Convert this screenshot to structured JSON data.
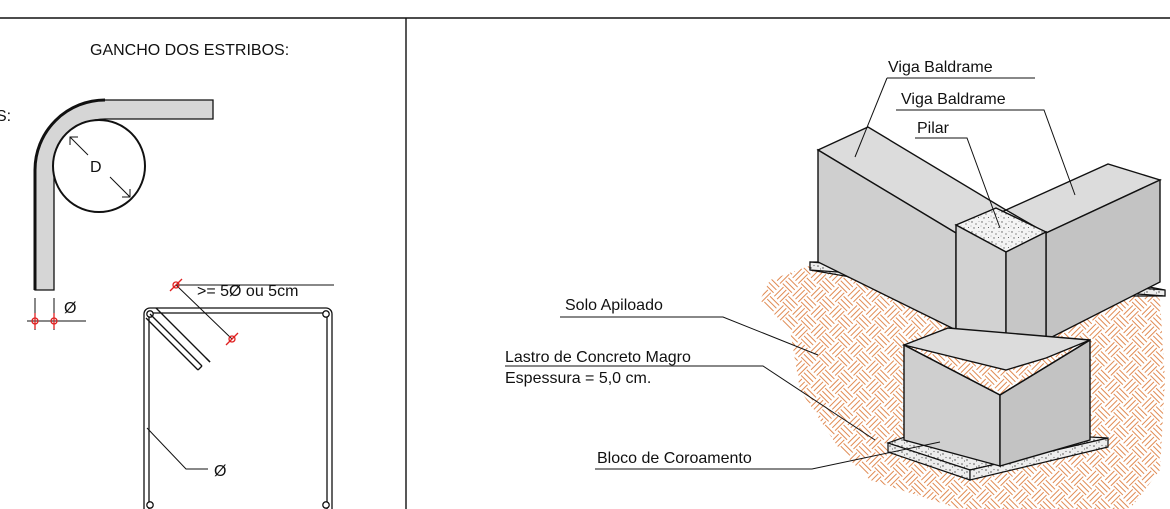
{
  "left_panel": {
    "gancho_title": "GANCHO DOS ESTRIBOS:",
    "cut_label": "S:",
    "diameter_label": "D",
    "bar_diameter_symbol": "Ø",
    "hook_length_label": ">= 5Ø ou 5cm",
    "stirrup_diameter_label": "Ø"
  },
  "right_panel": {
    "labels": {
      "viga_baldrame_1": "Viga Baldrame",
      "viga_baldrame_2": "Viga Baldrame",
      "pilar": "Pilar",
      "solo": "Solo Apiloado",
      "lastro_line1": "Lastro de Concreto Magro",
      "lastro_line2": "Espessura = 5,0 cm.",
      "bloco": "Bloco de Coroamento"
    }
  },
  "colors": {
    "line": "#111111",
    "concrete_face_light": "#dcdcdc",
    "concrete_face_mid": "#cfcfcf",
    "concrete_face_dark": "#c3c3c3",
    "hatch": "#e08a52",
    "marker_red": "#e02020",
    "bar_fill": "#d6d6d6"
  }
}
